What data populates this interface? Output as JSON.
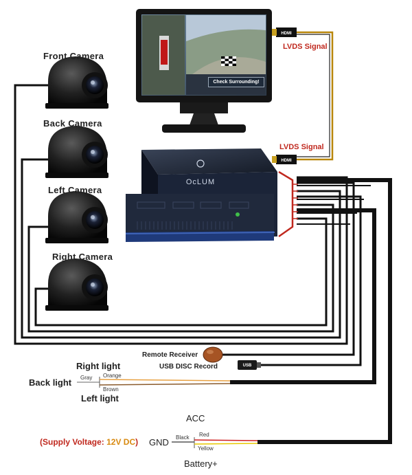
{
  "cameras": {
    "front": "Front Camera",
    "back": "Back Camera",
    "left": "Left Camera",
    "right": "Right Camera"
  },
  "signals": {
    "lvds_top": "LVDS Signal",
    "lvds_box": "LVDS Signal",
    "hdmi_monitor": "HDMI",
    "hdmi_box": "HDMI"
  },
  "monitor": {
    "button": "Check Surrounding!"
  },
  "dvr": {
    "brand": "OcLUM"
  },
  "accessories": {
    "remote": "Remote Receiver",
    "usb": "USB DISC Record",
    "usb_tag": "USB"
  },
  "lights": {
    "right": "Right light",
    "back": "Back light",
    "left": "Left light",
    "wire_gray": "Gray",
    "wire_orange": "Orange",
    "wire_brown": "Brown"
  },
  "power": {
    "acc": "ACC",
    "gnd": "GND",
    "battery": "Battery+",
    "supply_prefix": "(Supply Voltage:",
    "supply_value": "12V DC",
    "supply_suffix": ")",
    "wire_black": "Black",
    "wire_red": "Red",
    "wire_yellow": "Yellow"
  },
  "colors": {
    "cable": "#111111",
    "lvds_red": "#c0281e",
    "hdmi_cable": "#b8860b",
    "wire_orange": "#e8a040",
    "wire_brown": "#8a5a2b",
    "wire_gray": "#9a9a9a",
    "wire_red": "#d02020",
    "wire_yellow": "#e8c800",
    "box_blue": "#1f3a7a"
  }
}
